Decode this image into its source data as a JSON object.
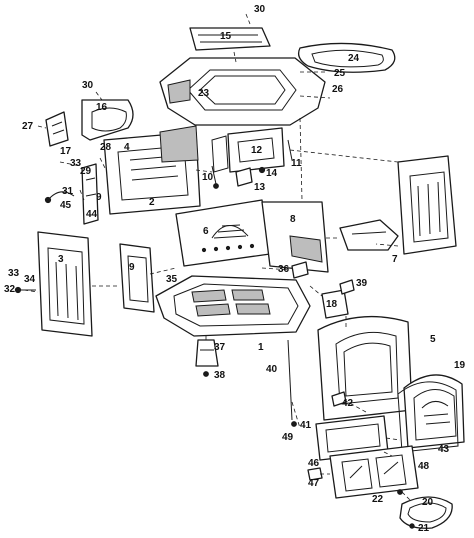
{
  "diagram": {
    "callouts": [
      "1",
      "2",
      "3",
      "4",
      "5",
      "6",
      "7",
      "8",
      "9",
      "10",
      "11",
      "12",
      "13",
      "14",
      "15",
      "16",
      "17",
      "18",
      "19",
      "20",
      "21",
      "22",
      "23",
      "24",
      "25",
      "26",
      "27",
      "28",
      "29",
      "30",
      "31",
      "32",
      "33",
      "34",
      "35",
      "36",
      "37",
      "38",
      "39",
      "40",
      "41",
      "42",
      "43",
      "44",
      "45",
      "46",
      "47",
      "48",
      "49",
      "9",
      "33",
      "30"
    ]
  },
  "colors": {
    "line": "#1a1a1a",
    "background": "#ffffff",
    "shade": "#bdbdbd"
  }
}
